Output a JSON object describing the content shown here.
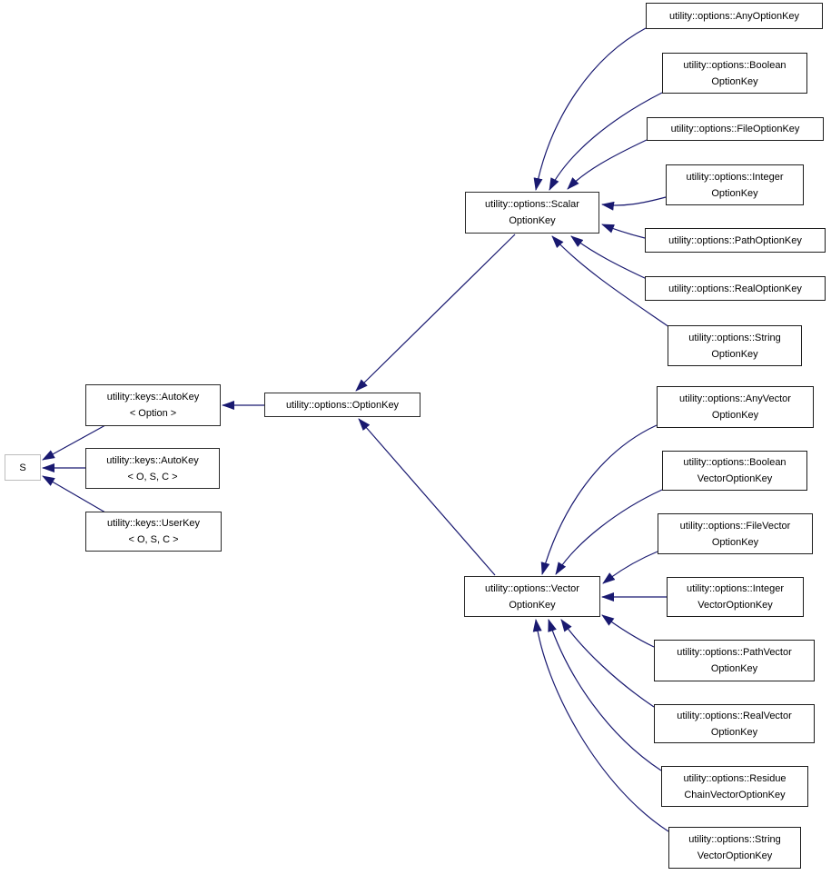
{
  "colors": {
    "arrow": "#191970",
    "node_border": "#1c1c1c",
    "external_node_border": "#bdbdbd",
    "node_fill": "#ffffff"
  },
  "nodes": {
    "s": {
      "line1": "S"
    },
    "autokey_option": {
      "line1": "utility::keys::AutoKey",
      "line2": "< Option >"
    },
    "autokey_osc": {
      "line1": "utility::keys::AutoKey",
      "line2": "< O, S, C >"
    },
    "userkey_osc": {
      "line1": "utility::keys::UserKey",
      "line2": "< O, S, C >"
    },
    "optionkey": {
      "line1": "utility::options::OptionKey"
    },
    "scalar": {
      "line1": "utility::options::Scalar",
      "line2": "OptionKey"
    },
    "vector": {
      "line1": "utility::options::Vector",
      "line2": "OptionKey"
    },
    "any": {
      "line1": "utility::options::AnyOptionKey"
    },
    "boolean": {
      "line1": "utility::options::Boolean",
      "line2": "OptionKey"
    },
    "file": {
      "line1": "utility::options::FileOptionKey"
    },
    "integer": {
      "line1": "utility::options::Integer",
      "line2": "OptionKey"
    },
    "path": {
      "line1": "utility::options::PathOptionKey"
    },
    "real": {
      "line1": "utility::options::RealOptionKey"
    },
    "string": {
      "line1": "utility::options::String",
      "line2": "OptionKey"
    },
    "any_vector": {
      "line1": "utility::options::AnyVector",
      "line2": "OptionKey"
    },
    "boolean_vector": {
      "line1": "utility::options::Boolean",
      "line2": "VectorOptionKey"
    },
    "file_vector": {
      "line1": "utility::options::FileVector",
      "line2": "OptionKey"
    },
    "integer_vector": {
      "line1": "utility::options::Integer",
      "line2": "VectorOptionKey"
    },
    "path_vector": {
      "line1": "utility::options::PathVector",
      "line2": "OptionKey"
    },
    "real_vector": {
      "line1": "utility::options::RealVector",
      "line2": "OptionKey"
    },
    "residue_chain_vector": {
      "line1": "utility::options::Residue",
      "line2": "ChainVectorOptionKey"
    },
    "string_vector": {
      "line1": "utility::options::String",
      "line2": "VectorOptionKey"
    }
  },
  "edges": [
    {
      "from": "autokey_option",
      "to": "s"
    },
    {
      "from": "autokey_osc",
      "to": "s"
    },
    {
      "from": "userkey_osc",
      "to": "s"
    },
    {
      "from": "optionkey",
      "to": "autokey_option"
    },
    {
      "from": "scalar",
      "to": "optionkey"
    },
    {
      "from": "vector",
      "to": "optionkey"
    },
    {
      "from": "any",
      "to": "scalar"
    },
    {
      "from": "boolean",
      "to": "scalar"
    },
    {
      "from": "file",
      "to": "scalar"
    },
    {
      "from": "integer",
      "to": "scalar"
    },
    {
      "from": "path",
      "to": "scalar"
    },
    {
      "from": "real",
      "to": "scalar"
    },
    {
      "from": "string",
      "to": "scalar"
    },
    {
      "from": "any_vector",
      "to": "vector"
    },
    {
      "from": "boolean_vector",
      "to": "vector"
    },
    {
      "from": "file_vector",
      "to": "vector"
    },
    {
      "from": "integer_vector",
      "to": "vector"
    },
    {
      "from": "path_vector",
      "to": "vector"
    },
    {
      "from": "real_vector",
      "to": "vector"
    },
    {
      "from": "residue_chain_vector",
      "to": "vector"
    },
    {
      "from": "string_vector",
      "to": "vector"
    }
  ]
}
